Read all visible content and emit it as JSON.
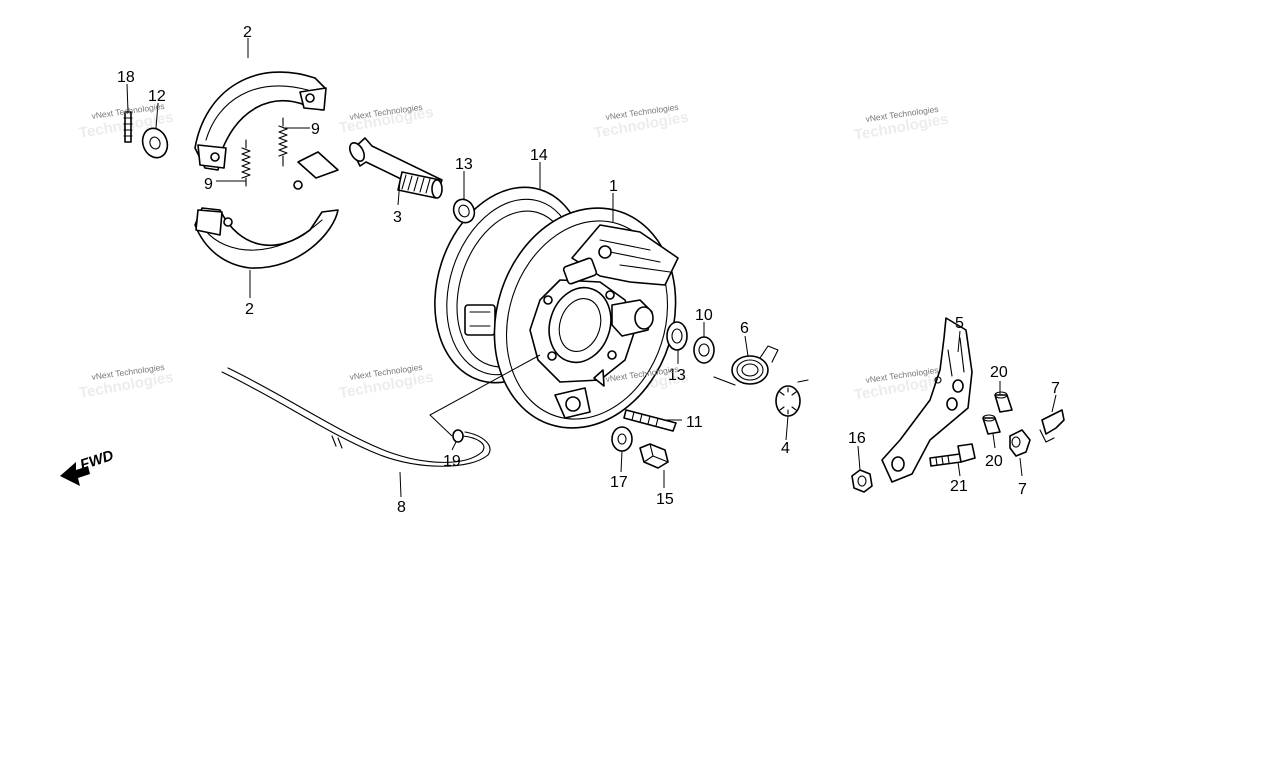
{
  "diagram": {
    "callouts": [
      "1",
      "2",
      "2",
      "3",
      "4",
      "5",
      "6",
      "7",
      "7",
      "8",
      "9",
      "9",
      "10",
      "11",
      "12",
      "13",
      "13",
      "14",
      "15",
      "16",
      "17",
      "18",
      "19",
      "20",
      "20",
      "21"
    ],
    "watermark": "vNext Technologies",
    "direction_label": "FWD"
  }
}
